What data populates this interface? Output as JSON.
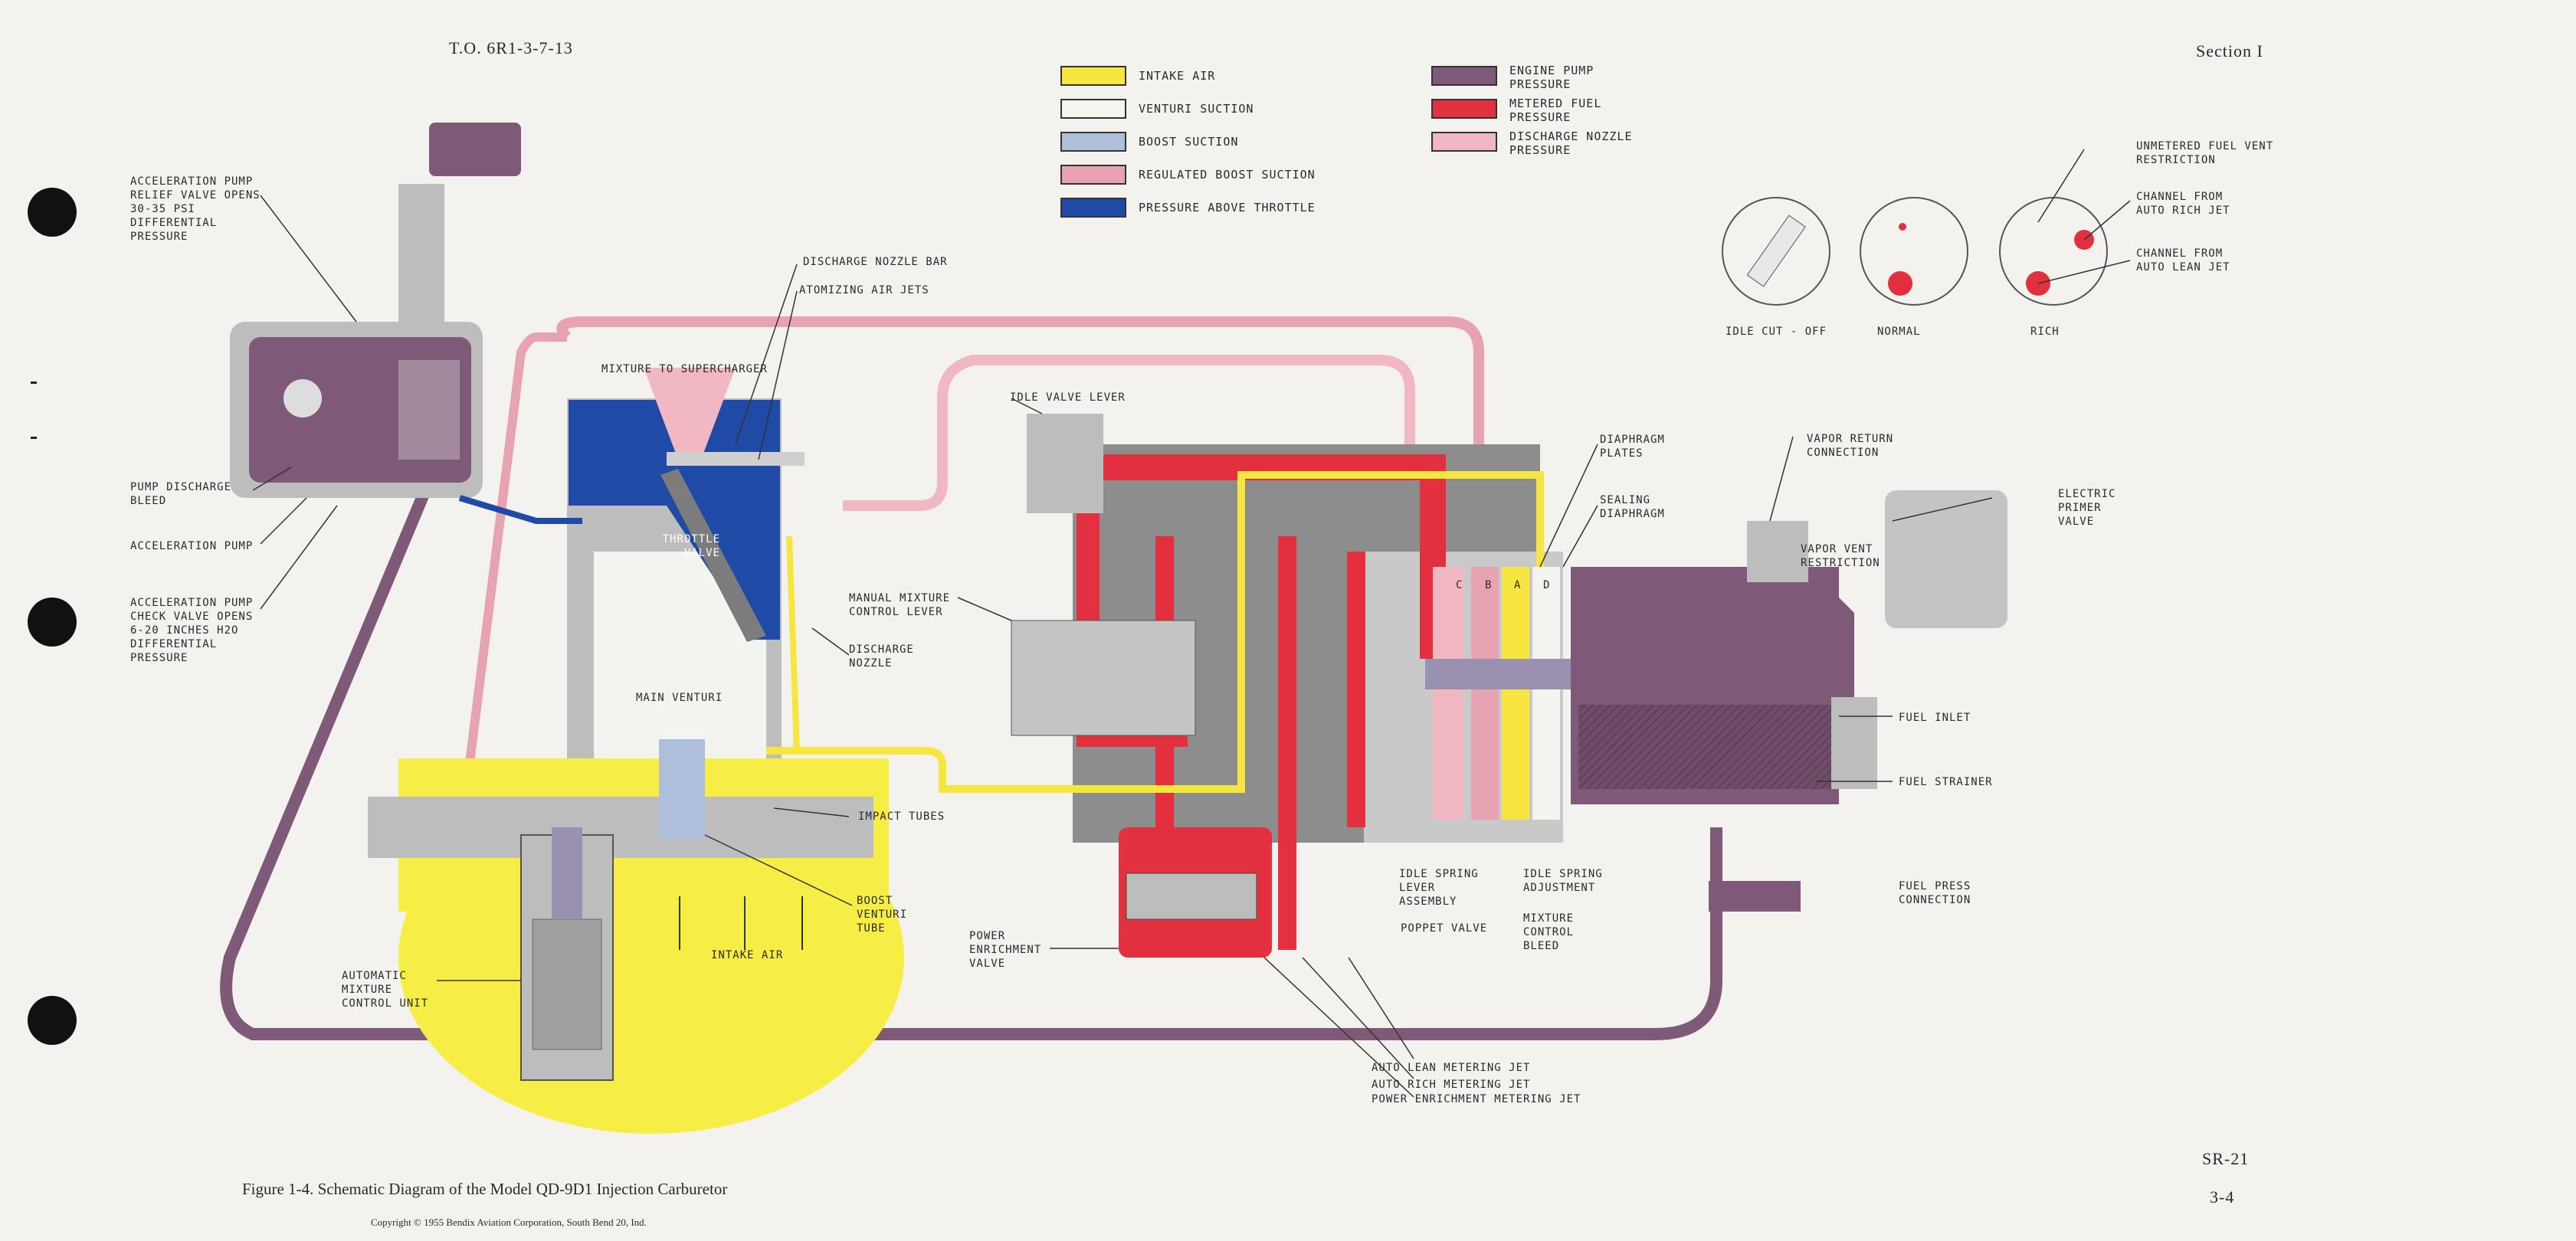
{
  "header": {
    "doc_number": "T.O. 6R1-3-7-13",
    "section": "Section I"
  },
  "footer": {
    "model": "SR-21",
    "page": "3-4",
    "caption": "Figure 1-4.  Schematic Diagram of the Model QD-9D1 Injection Carburetor",
    "copyright": "Copyright © 1955 Bendix Aviation Corporation, South Bend 20, Ind."
  },
  "legend": [
    {
      "label": "Intake Air",
      "color": "#f7e640"
    },
    {
      "label": "Venturi Suction",
      "color": "#f7f6ee"
    },
    {
      "label": "Boost Suction",
      "color": "#aebfdc"
    },
    {
      "label": "Regulated Boost Suction",
      "color": "#e7a3b0"
    },
    {
      "label": "Pressure Above Throttle",
      "color": "#1f4aa6"
    },
    {
      "label": "Engine Pump Pressure",
      "color": "#7f5a78"
    },
    {
      "label": "Metered Fuel Pressure",
      "color": "#e3303e"
    },
    {
      "label": "Discharge Nozzle Pressure",
      "color": "#f2b8c2"
    }
  ],
  "mixture_positions": [
    {
      "label": "Idle Cut - Off"
    },
    {
      "label": "Normal"
    },
    {
      "label": "Rich"
    }
  ],
  "labels": {
    "accel_relief": "Acceleration Pump Relief Valve Opens 30-35 PSI Differential Pressure",
    "pump_discharge": "Pump Discharge Bleed",
    "accel_pump": "Acceleration Pump",
    "accel_check": "Acceleration Pump Check Valve Opens 6-20 Inches H2O Differential Pressure",
    "nozzle_bar": "Discharge Nozzle Bar",
    "atomizing": "Atomizing Air Jets",
    "mixture_super": "Mixture to Supercharger",
    "throttle": "Throttle Valve",
    "idle_lever": "Idle Valve Lever",
    "manual_lever": "Manual Mixture Control Lever",
    "disch_nozzle": "Discharge Nozzle",
    "main_venturi": "Main Venturi",
    "impact_tubes": "Impact Tubes",
    "boost_venturi": "Boost Venturi Tube",
    "intake_air": "Intake Air",
    "auto_mixture": "Automatic Mixture Control Unit",
    "power_enrich": "Power Enrichment Valve",
    "diaphragm_plates": "Diaphragm Plates",
    "sealing": "Sealing Diaphragm",
    "vapor_return": "Vapor Return Connection",
    "vapor_vent": "Vapor Vent Restriction",
    "electric_primer": "Electric Primer Valve",
    "fuel_inlet": "Fuel Inlet",
    "fuel_strainer": "Fuel Strainer",
    "fuel_press": "Fuel Press Connection",
    "idle_spring_lever": "Idle Spring Lever Assembly",
    "idle_spring_adj": "Idle Spring Adjustment",
    "poppet": "Poppet Valve",
    "mixture_bleed": "Mixture Control Bleed",
    "auto_lean": "Auto Lean Metering Jet",
    "auto_rich": "Auto Rich Metering Jet",
    "power_jet": "Power Enrichment Metering Jet",
    "unmetered_vent": "Unmetered Fuel Vent Restriction",
    "channel_rich": "Channel from Auto Rich Jet",
    "channel_lean": "Channel from Auto Lean Jet",
    "chamber_c": "C",
    "chamber_b": "B",
    "chamber_a": "A",
    "chamber_d": "D"
  }
}
